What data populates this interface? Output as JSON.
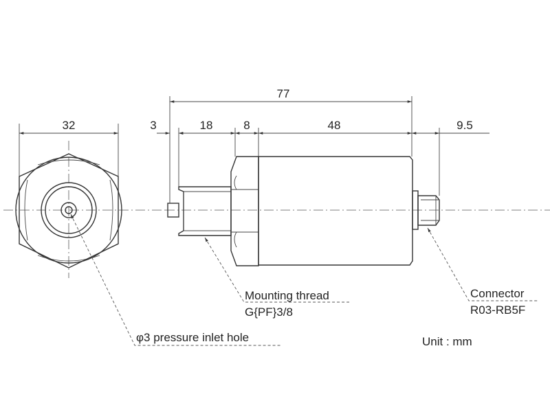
{
  "dimensions": {
    "hex_width": "32",
    "overall_length": "77",
    "tip_length": "3",
    "thread_length": "18",
    "hex_thickness": "8",
    "body_length": "48",
    "connector_length": "9.5"
  },
  "callouts": {
    "mounting_thread_title": "Mounting thread",
    "mounting_thread_spec": "G{PF}3/8",
    "connector_title": "Connector",
    "connector_model": "R03-RB5F",
    "inlet_hole": "φ3 pressure inlet hole"
  },
  "unit_note": "Unit : mm"
}
